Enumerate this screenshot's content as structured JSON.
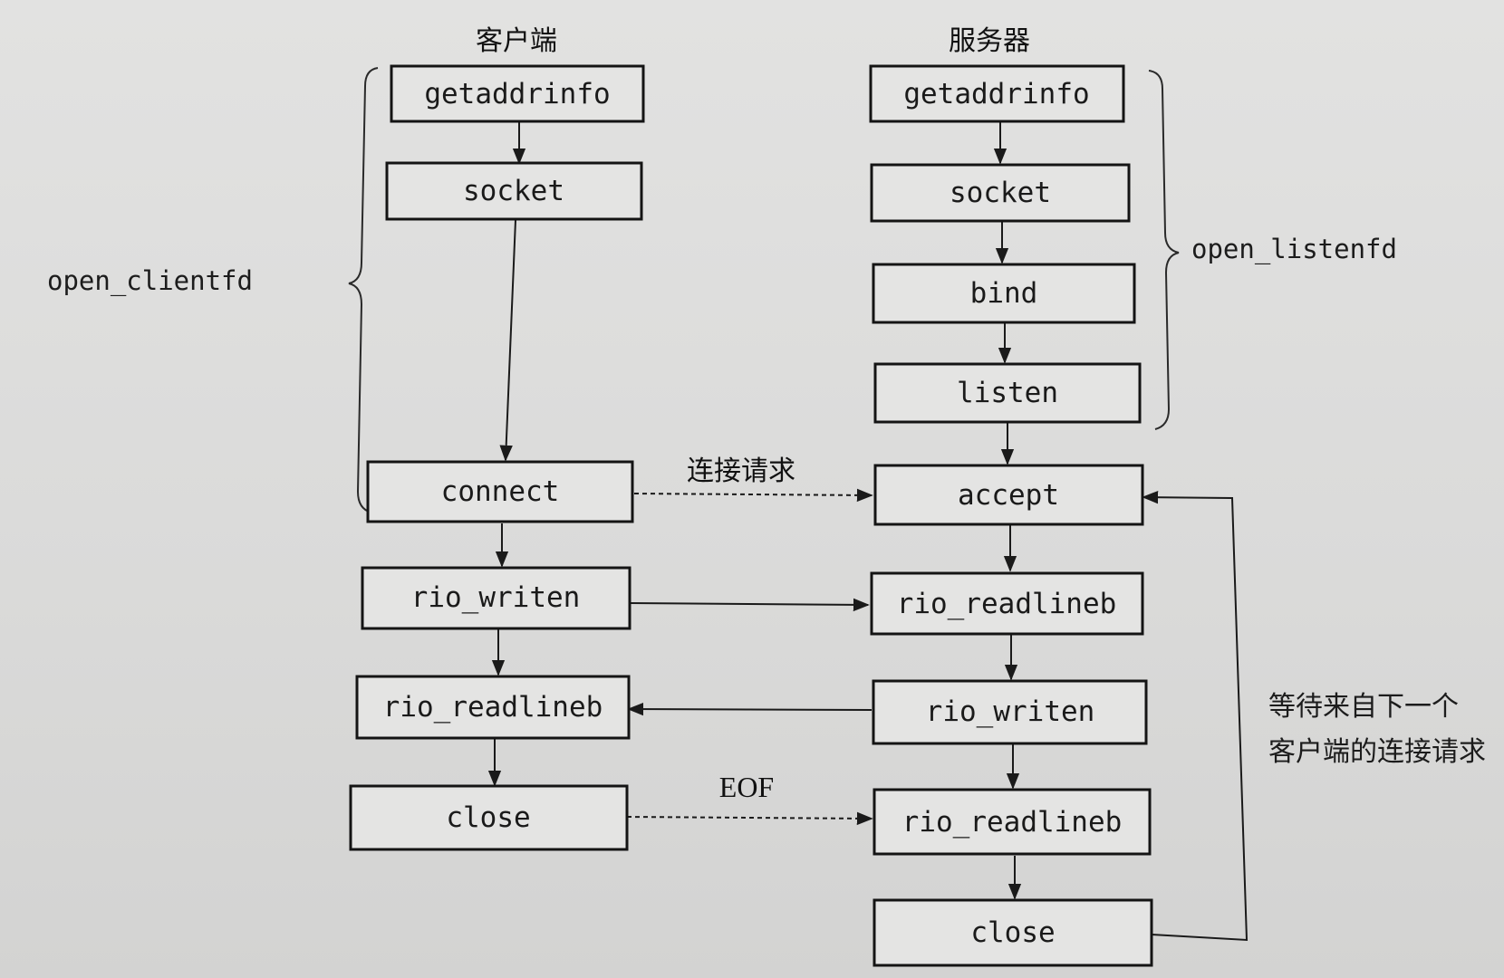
{
  "headers": {
    "client": "客户端",
    "server": "服务器"
  },
  "client_nodes": [
    {
      "id": "c_getaddrinfo",
      "label": "getaddrinfo"
    },
    {
      "id": "c_socket",
      "label": "socket"
    },
    {
      "id": "c_connect",
      "label": "connect"
    },
    {
      "id": "c_rio_writen",
      "label": "rio_writen"
    },
    {
      "id": "c_rio_readlineb",
      "label": "rio_readlineb"
    },
    {
      "id": "c_close",
      "label": "close"
    }
  ],
  "server_nodes": [
    {
      "id": "s_getaddrinfo",
      "label": "getaddrinfo"
    },
    {
      "id": "s_socket",
      "label": "socket"
    },
    {
      "id": "s_bind",
      "label": "bind"
    },
    {
      "id": "s_listen",
      "label": "listen"
    },
    {
      "id": "s_accept",
      "label": "accept"
    },
    {
      "id": "s_rio_readlineb_1",
      "label": "rio_readlineb"
    },
    {
      "id": "s_rio_writen",
      "label": "rio_writen"
    },
    {
      "id": "s_rio_readlineb_2",
      "label": "rio_readlineb"
    },
    {
      "id": "s_close",
      "label": "close"
    }
  ],
  "groups": {
    "client": "open_clientfd",
    "server": "open_listenfd"
  },
  "edges": [
    {
      "from": "c_getaddrinfo",
      "to": "c_socket",
      "style": "solid"
    },
    {
      "from": "c_socket",
      "to": "c_connect",
      "style": "solid"
    },
    {
      "from": "c_connect",
      "to": "c_rio_writen",
      "style": "solid"
    },
    {
      "from": "c_rio_writen",
      "to": "c_rio_readlineb",
      "style": "solid"
    },
    {
      "from": "c_rio_readlineb",
      "to": "c_close",
      "style": "solid"
    },
    {
      "from": "s_getaddrinfo",
      "to": "s_socket",
      "style": "solid"
    },
    {
      "from": "s_socket",
      "to": "s_bind",
      "style": "solid"
    },
    {
      "from": "s_bind",
      "to": "s_listen",
      "style": "solid"
    },
    {
      "from": "s_listen",
      "to": "s_accept",
      "style": "solid"
    },
    {
      "from": "s_accept",
      "to": "s_rio_readlineb_1",
      "style": "solid"
    },
    {
      "from": "s_rio_readlineb_1",
      "to": "s_rio_writen",
      "style": "solid"
    },
    {
      "from": "s_rio_writen",
      "to": "s_rio_readlineb_2",
      "style": "solid"
    },
    {
      "from": "s_rio_readlineb_2",
      "to": "s_close",
      "style": "solid"
    },
    {
      "from": "c_connect",
      "to": "s_accept",
      "style": "dashed",
      "label": "连接请求"
    },
    {
      "from": "c_rio_writen",
      "to": "s_rio_readlineb_1",
      "style": "solid"
    },
    {
      "from": "s_rio_writen",
      "to": "c_rio_readlineb",
      "style": "solid"
    },
    {
      "from": "c_close",
      "to": "s_rio_readlineb_2",
      "style": "dashed",
      "label": "EOF"
    },
    {
      "from": "s_close",
      "to": "s_accept",
      "style": "solid"
    }
  ],
  "loop_note": {
    "line1": "等待来自下一个",
    "line2": "客户端的连接请求"
  }
}
